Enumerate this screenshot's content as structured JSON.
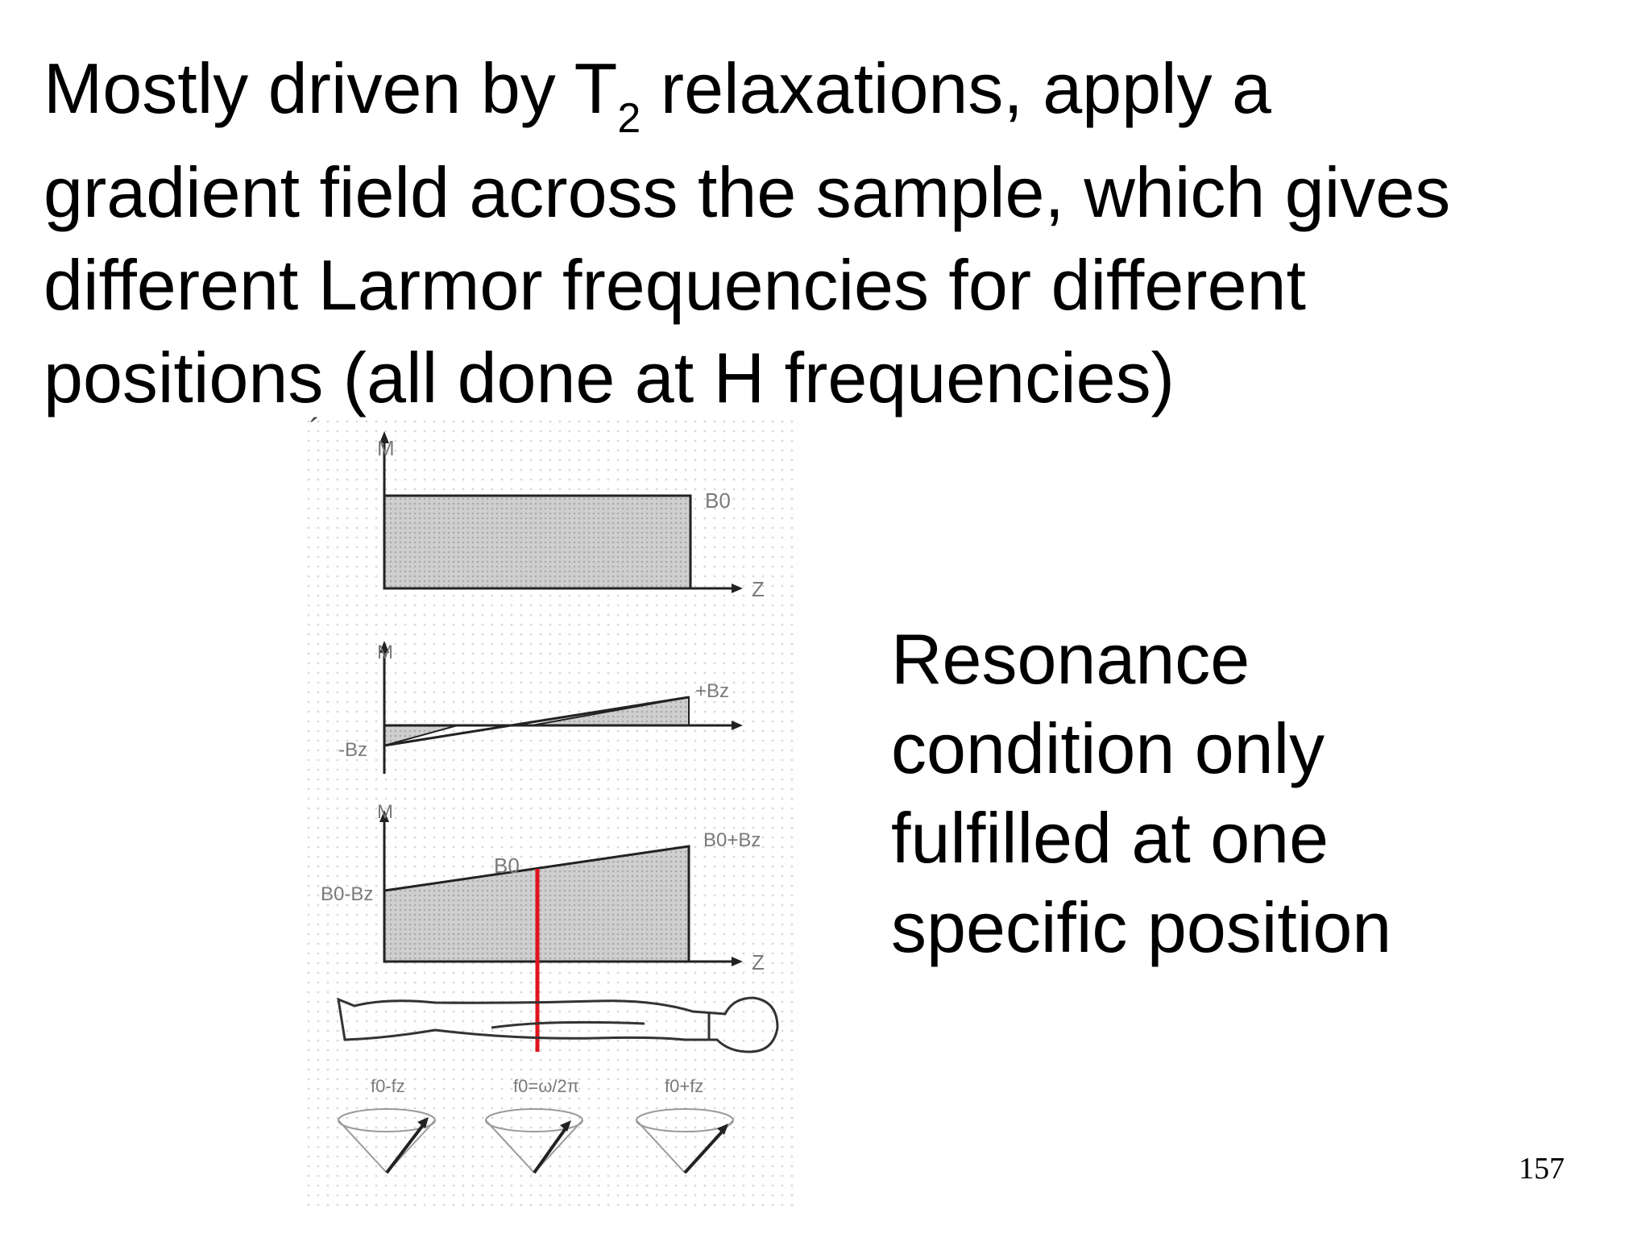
{
  "title": {
    "line1_pre": "Mostly driven by T",
    "line1_sub": "2",
    "line1_post": " relaxations, apply a",
    "line2": "gradient field across the sample, which gives",
    "line3": "different Larmor frequencies for different",
    "line4": "positions (all done at H frequencies)"
  },
  "side_text": {
    "line1": "Resonance",
    "line2": "condition only",
    "line3": "fulfilled at one",
    "line4": "specific position"
  },
  "page_number": "157",
  "figure": {
    "panel1": {
      "axis_y": "M",
      "axis_x": "Z",
      "field": "B0"
    },
    "panel2": {
      "axis_y": "M",
      "plus": "+Bz",
      "minus": "-Bz"
    },
    "panel3": {
      "axis_y": "M",
      "axis_x": "Z",
      "top_right": "B0+Bz",
      "left": "B0-Bz",
      "marker": "B0"
    },
    "freq_labels": [
      "f0-fz",
      "f0=ω/2π",
      "f0+fz"
    ],
    "colors": {
      "fill": "#d4d4d4",
      "line": "#222222",
      "marker": "#e0141e",
      "label": "#7a7a7a"
    }
  }
}
